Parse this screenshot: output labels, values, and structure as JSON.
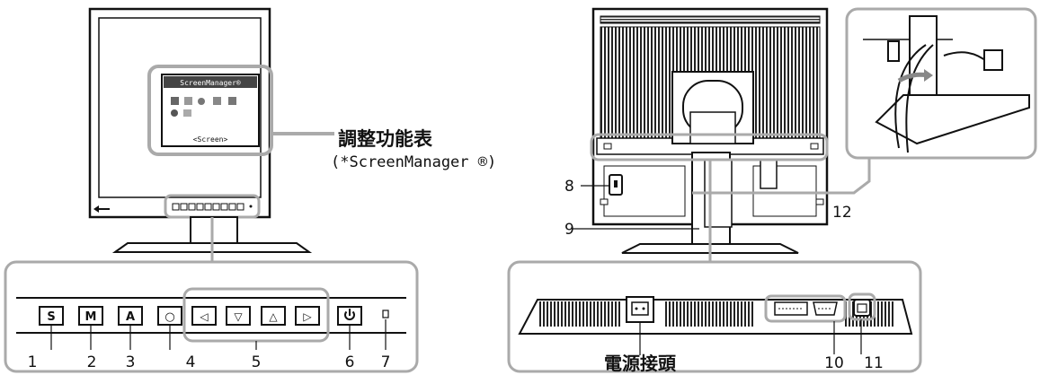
{
  "front": {
    "osd": {
      "title": "ScreenManager®",
      "caption": "<Screen>"
    },
    "callout": {
      "title": "調整功能表",
      "subtitle": "(*ScreenManager ®)"
    },
    "buttons": [
      {
        "label": "S",
        "number": "1"
      },
      {
        "label": "M",
        "number": "2"
      },
      {
        "label": "A",
        "number": "3"
      },
      {
        "label": "○",
        "number": "4"
      },
      {
        "label": "◁",
        "number": "5"
      },
      {
        "label": "▽",
        "number": ""
      },
      {
        "label": "△",
        "number": ""
      },
      {
        "label": "▷",
        "number": ""
      },
      {
        "label": "power",
        "number": "6"
      },
      {
        "label": "",
        "number": "7"
      }
    ]
  },
  "back": {
    "labels": {
      "lock": "8",
      "stand": "9",
      "cable_holder": "12"
    },
    "connectors": {
      "power_connector": "電源接頭",
      "dvi_dsub": "10",
      "usb": "11"
    }
  }
}
